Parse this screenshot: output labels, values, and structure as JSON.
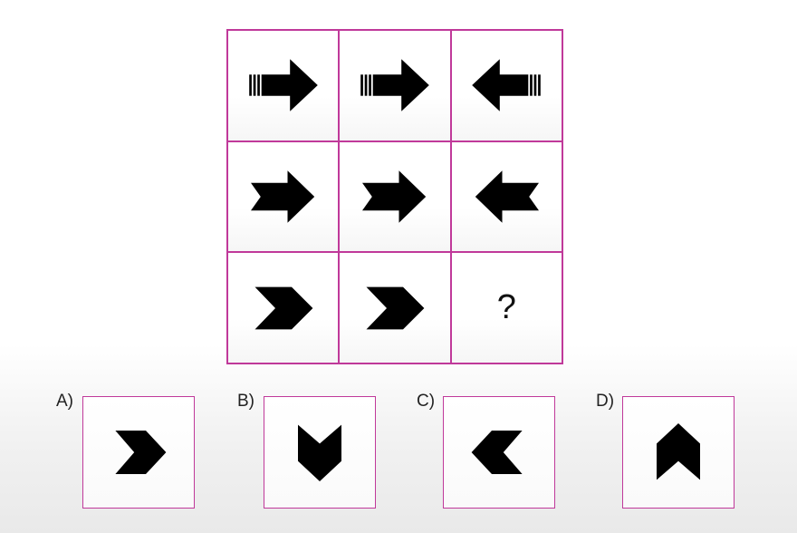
{
  "puzzle": {
    "missing_symbol": "?",
    "cells": [
      {
        "shape": "striped-arrow-right-icon"
      },
      {
        "shape": "striped-arrow-right-icon"
      },
      {
        "shape": "striped-arrow-left-icon"
      },
      {
        "shape": "notched-arrow-right-icon"
      },
      {
        "shape": "notched-arrow-right-icon"
      },
      {
        "shape": "notched-arrow-left-icon"
      },
      {
        "shape": "chevron-right-icon"
      },
      {
        "shape": "chevron-right-icon"
      },
      {
        "shape": "question-mark"
      }
    ],
    "border_color": "#c0399a"
  },
  "options": [
    {
      "label": "A)",
      "shape": "chevron-right-icon"
    },
    {
      "label": "B)",
      "shape": "chevron-down-icon"
    },
    {
      "label": "C)",
      "shape": "chevron-left-icon"
    },
    {
      "label": "D)",
      "shape": "chevron-up-icon"
    }
  ]
}
